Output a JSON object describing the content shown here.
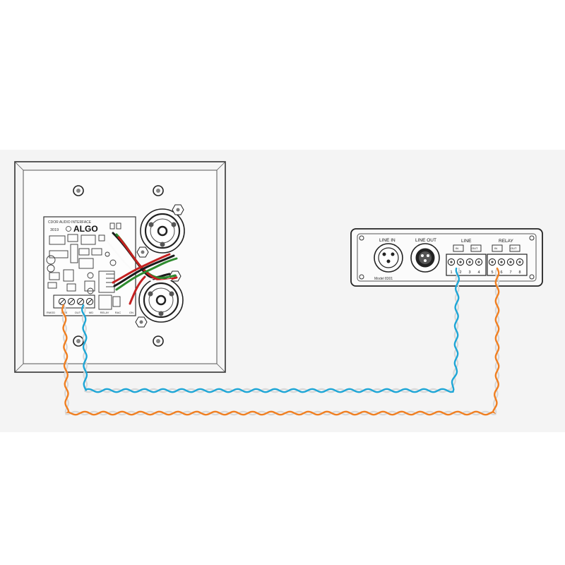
{
  "wall_plate": {
    "board": {
      "model_title": "CDOR AUDIO INTERFACE",
      "model_number": "3019",
      "brand": "ALGO",
      "brand_mark": "ALGO",
      "terminal_labels": [
        "RMOD",
        "LINE",
        "OUT",
        "MD",
        "RELAY",
        "RAC",
        "ON"
      ]
    }
  },
  "interface_box": {
    "line_in_label": "LINE IN",
    "line_out_label": "LINE OUT",
    "line_group_label": "LINE",
    "relay_group_label": "RELAY",
    "line_in_sub": "IN",
    "line_out_sub": "OUT",
    "relay_in_sub": "IN",
    "relay_out_sub": "OUT",
    "terminal_numbers": [
      "1",
      "2",
      "3",
      "4",
      "5",
      "6",
      "7",
      "8"
    ],
    "model_label": "Model 8301"
  },
  "cables": {
    "line_pair_color": "#1ea6d6",
    "relay_pair_color": "#f07f21",
    "neutral_color": "#d8d8d8"
  }
}
